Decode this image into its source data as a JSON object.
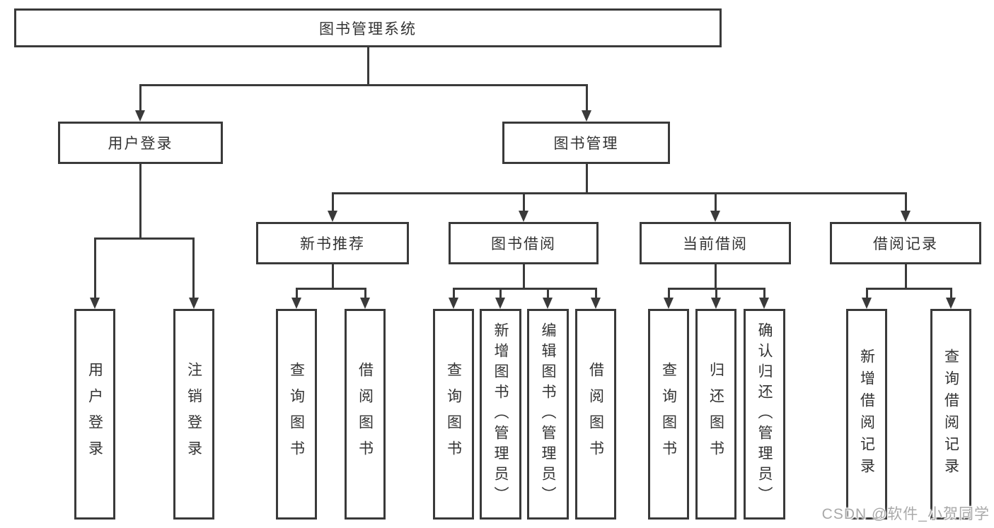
{
  "tree": {
    "root": {
      "label": "图书管理系统"
    },
    "children": [
      {
        "label": "用户登录",
        "children": [
          {
            "label": "用户登录"
          },
          {
            "label": "注销登录"
          }
        ]
      },
      {
        "label": "图书管理",
        "children": [
          {
            "label": "新书推荐",
            "children": [
              {
                "label": "查询图书"
              },
              {
                "label": "借阅图书"
              }
            ]
          },
          {
            "label": "图书借阅",
            "children": [
              {
                "label": "查询图书"
              },
              {
                "label": "新增图书（管理员）"
              },
              {
                "label": "编辑图书（管理员）"
              },
              {
                "label": "借阅图书"
              }
            ]
          },
          {
            "label": "当前借阅",
            "children": [
              {
                "label": "查询图书"
              },
              {
                "label": "归还图书"
              },
              {
                "label": "确认归还（管理员）"
              }
            ]
          },
          {
            "label": "借阅记录",
            "children": [
              {
                "label": "新增借阅记录"
              },
              {
                "label": "查询借阅记录"
              }
            ]
          }
        ]
      }
    ]
  },
  "watermark": {
    "text": "CSDN @软件_小贺同学"
  },
  "colors": {
    "line": "#3a3a3a",
    "text": "#333333",
    "watermark": "#a9a9a9",
    "bg": "#ffffff"
  }
}
